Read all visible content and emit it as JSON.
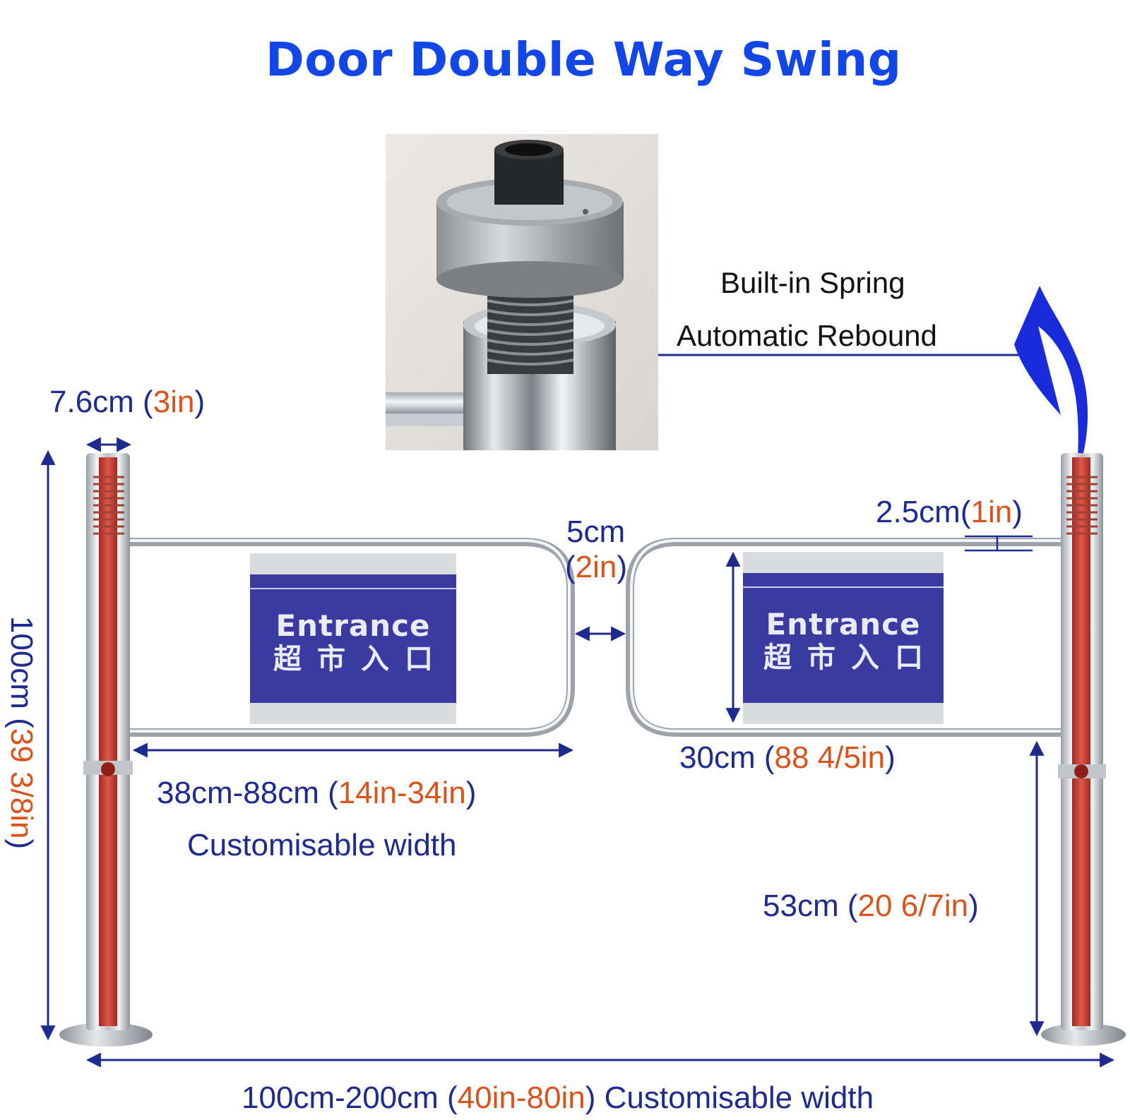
{
  "title": "Door Double Way Swing",
  "callout": {
    "line1": "Built-in Spring",
    "line2": "Automatic Rebound"
  },
  "signs": [
    {
      "line1": "Entrance",
      "line2": "超市入口"
    },
    {
      "line1": "Entrance",
      "line2": "超市入口"
    }
  ],
  "dimensions": {
    "post_diameter": {
      "metric": "7.6cm",
      "imperial": "3in"
    },
    "post_height": {
      "metric": "100cm",
      "imperial": "39 3/8in"
    },
    "gap": {
      "metric": "5cm",
      "imperial": "2in"
    },
    "tube": {
      "metric": "2.5cm",
      "imperial": "1in"
    },
    "arm_width": {
      "metric": "38cm-88cm",
      "imperial": "14in-34in",
      "note": "Customisable width"
    },
    "sign_height": {
      "metric": "30cm",
      "imperial": "88 4/5in"
    },
    "arm_height": {
      "metric": "53cm",
      "imperial": "20 6/7in"
    },
    "total_width": {
      "metric": "100cm-200cm",
      "imperial": "40in-80in",
      "note": "Customisable width"
    }
  },
  "colors": {
    "title": "#1246e6",
    "dimension_line": "#1e2a8e",
    "metric_text": "#1e2a8e",
    "imperial_text": "#d9541c",
    "rebound_arrow": "#1a2bd9",
    "sign_panel": "#3a3aa0",
    "post_core": "#c0392b"
  },
  "icons": [
    "rebound-arrow-icon",
    "spring-photo",
    "post-base"
  ]
}
